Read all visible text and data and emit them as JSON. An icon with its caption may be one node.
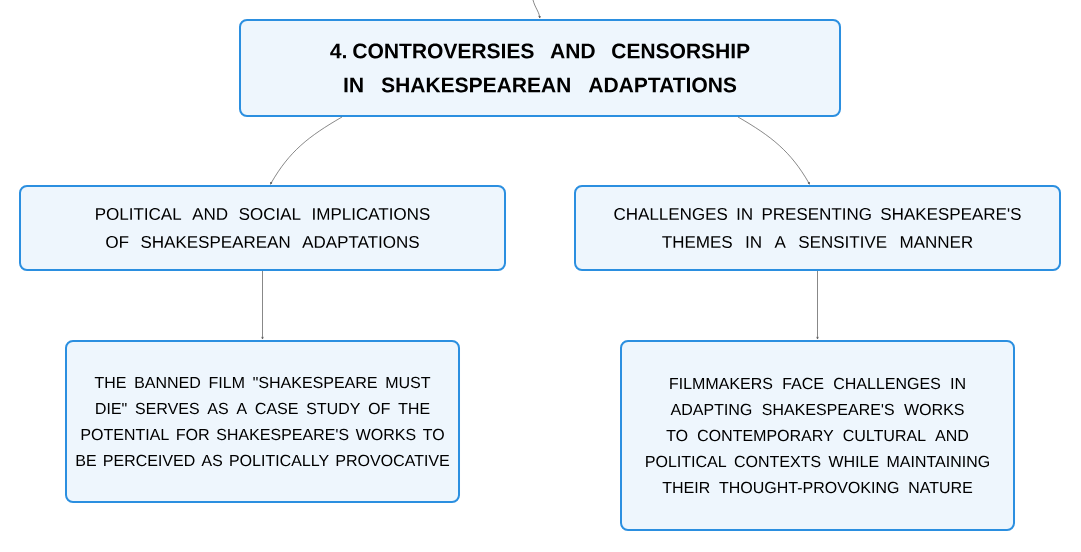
{
  "diagram": {
    "nodes": [
      {
        "text": [
          "4. CONTROVERSIES AND CENSORSHIP IN SHAKESPEAREAN ADAPTATIONS"
        ]
      },
      {
        "text": [
          "POLITICAL AND SOCIAL IMPLICATIONS OF SHAKESPEAREAN ADAPTATIONS"
        ]
      },
      {
        "text": [
          "CHALLENGES IN PRESENTING SHAKESPEARE'S THEMES IN A SENSITIVE MANNER"
        ]
      },
      {
        "text": [
          "THE BANNED FILM \"SHAKESPEARE MUST DIE\" SERVES AS A CASE STUDY OF THE POTENTIAL FOR SHAKESPEARE'S WORKS TO BE PERCEIVED AS POLITICALLY PROVOCATIVE"
        ]
      },
      {
        "text": [
          "FILMMAKERS FACE CHALLENGES IN ADAPTING SHAKESPEARE'S WORKS TO CONTEMPORARY CULTURAL AND POLITICAL CONTEXTS WHILE MAINTAINING THEIR THOUGHT-PROVOKING NATURE"
        ]
      }
    ],
    "edges": [
      {
        "from": null,
        "to": 0,
        "arrow": "to"
      },
      {
        "from": 0,
        "to": 1,
        "arrow": "to"
      },
      {
        "from": 0,
        "to": 2,
        "arrow": "to"
      },
      {
        "from": 1,
        "to": 3,
        "arrow": "to"
      },
      {
        "from": 2,
        "to": 4,
        "arrow": "to"
      }
    ]
  }
}
